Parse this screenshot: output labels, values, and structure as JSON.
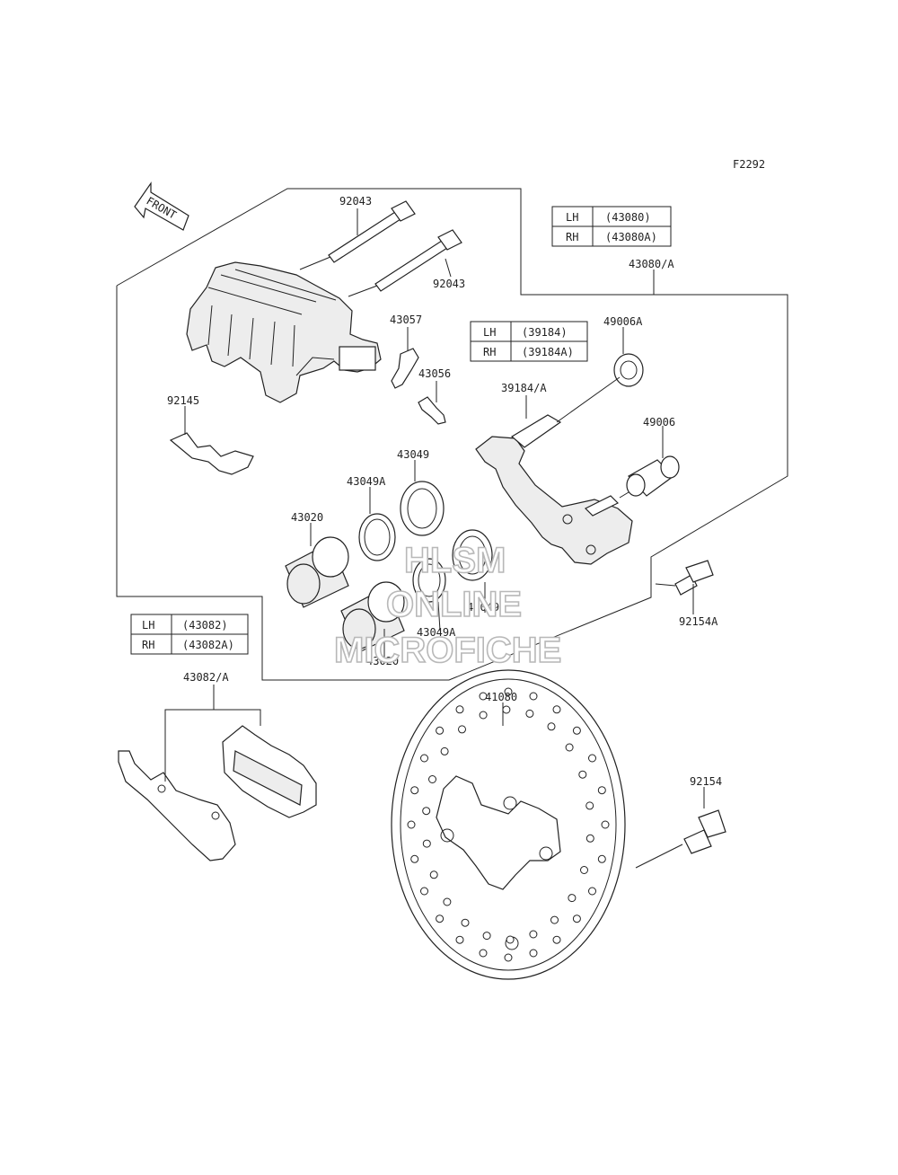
{
  "figure_code": "F2292",
  "front_label": "FRONT",
  "callouts": {
    "c92043_top": "92043",
    "c92043_mid": "92043",
    "c43057": "43057",
    "c43056": "43056",
    "c92145": "92145",
    "c43049_top": "43049",
    "c43049A_top": "43049A",
    "c43020_top": "43020",
    "c43049_bottom": "43049",
    "c43049A_bottom": "43049A",
    "c43020_bottom": "43020",
    "c43080A": "43080/A",
    "c49006A": "49006A",
    "c39184A": "39184/A",
    "c49006": "49006",
    "c92154A": "92154A",
    "c43082A": "43082/A",
    "c41080": "41080",
    "c92154": "92154"
  },
  "tables": {
    "caliper": {
      "lh": "LH",
      "lh_part": "(43080)",
      "rh": "RH",
      "rh_part": "(43080A)"
    },
    "bracket": {
      "lh": "LH",
      "lh_part": "(39184)",
      "rh": "RH",
      "rh_part": "(39184A)"
    },
    "pads": {
      "lh": "LH",
      "lh_part": "(43082)",
      "rh": "RH",
      "rh_part": "(43082A)"
    }
  },
  "watermark": {
    "line1": "HLSM",
    "line2": "ONLINE",
    "line3": "MICROFICHE"
  }
}
